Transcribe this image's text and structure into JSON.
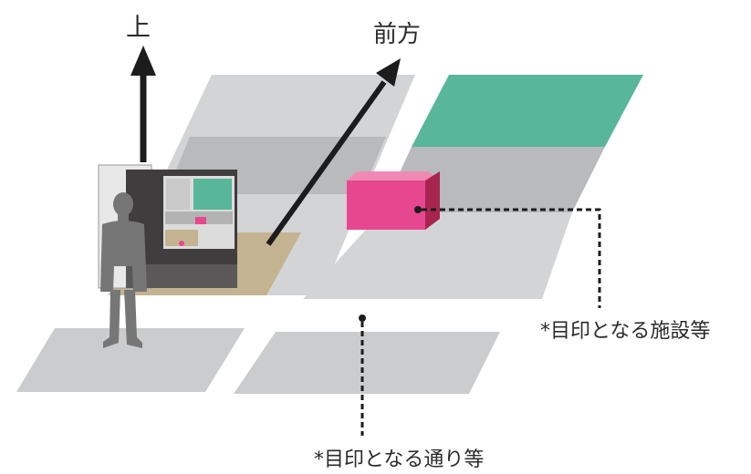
{
  "labels": {
    "up": "上",
    "forward": "前方",
    "landmark_facility": "*目印となる施設等",
    "landmark_street": "*目印となる通り等"
  },
  "colors": {
    "ground": "#cfd0d1",
    "ground_dark": "#b9babb",
    "green_block": "#58b798",
    "pink_box": "#e7478f",
    "pink_box_side": "#a8254f",
    "sidewalk": "#c3b390",
    "arrow": "#1c1c1c",
    "kiosk": "#3f3d3e",
    "person": "#767676"
  }
}
